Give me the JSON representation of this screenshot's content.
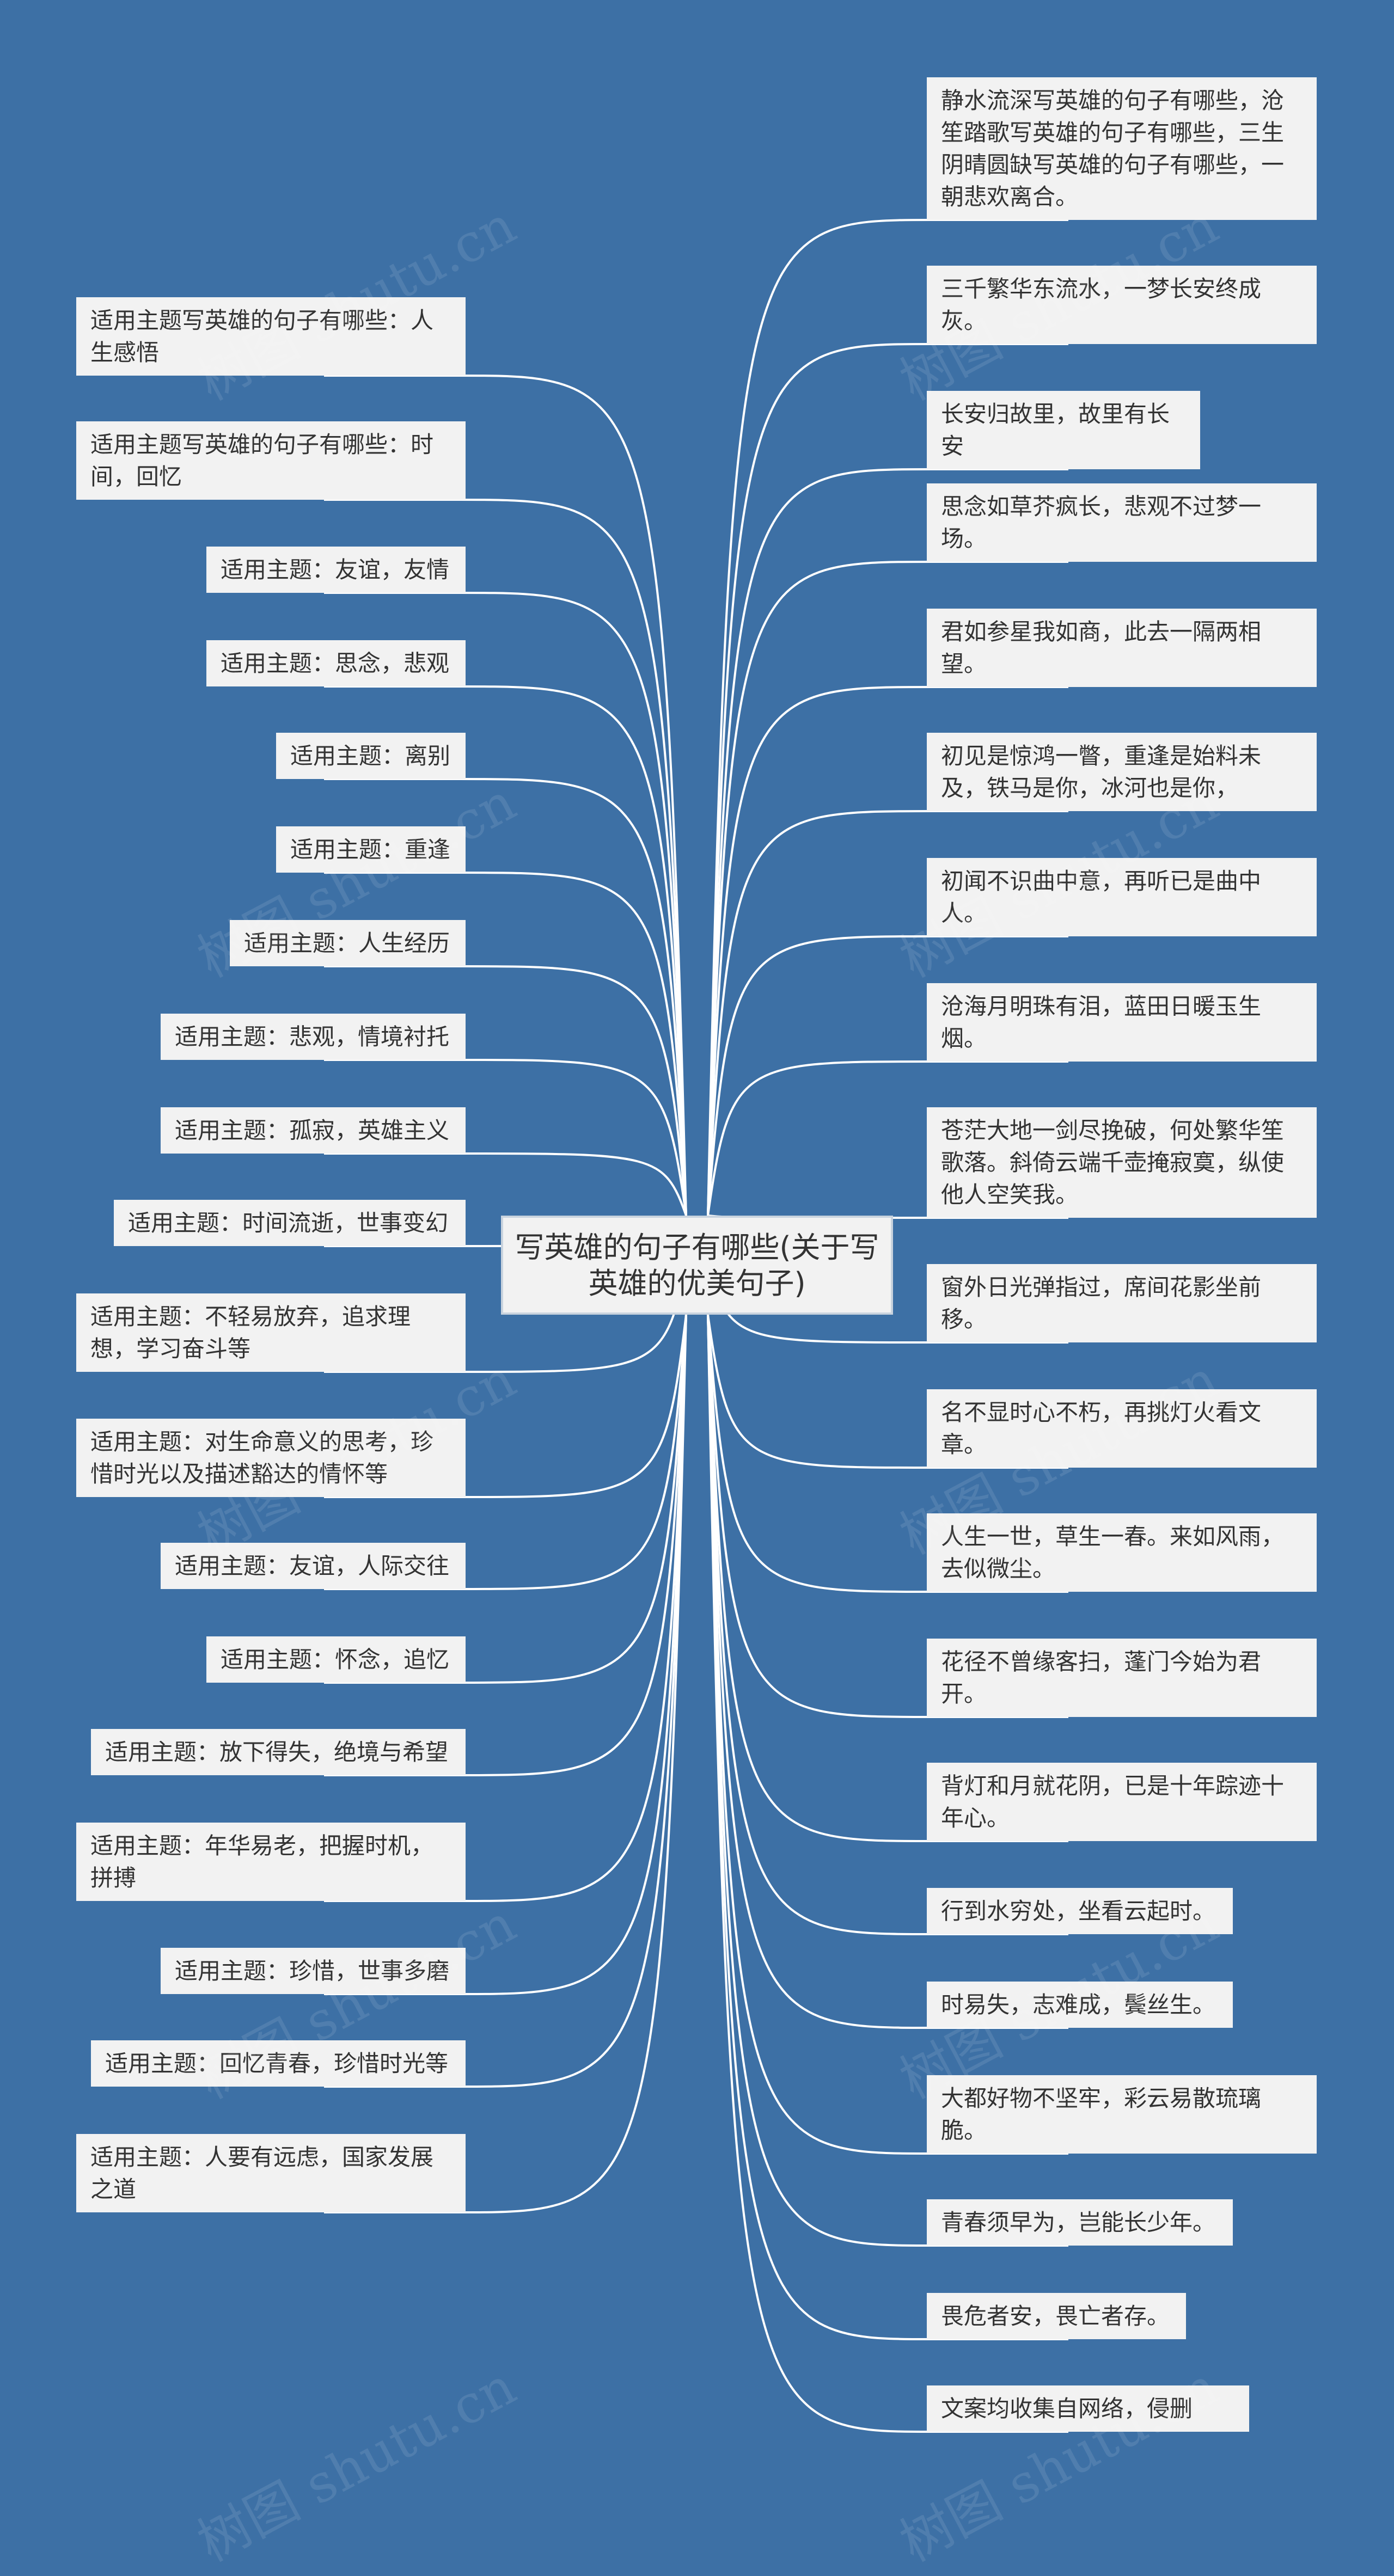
{
  "colors": {
    "background": "#3d70a5",
    "node_fill": "#f2f2f2",
    "node_text": "#333333",
    "link": "#ffffff"
  },
  "watermark": "树图 shutu.cn",
  "root": "写英雄的句子有哪些(关于写英雄的优美句子)",
  "right_nodes": [
    "静水流深写英雄的句子有哪些，沧笙踏歌写英雄的句子有哪些，三生阴晴圆缺写英雄的句子有哪些，一朝悲欢离合。",
    "三千繁华东流水，一梦长安终成灰。",
    "长安归故里，故里有长安",
    "思念如草芥疯长，悲观不过梦一场。",
    "君如参星我如商，此去一隔两相望。",
    "初见是惊鸿一瞥，重逢是始料未及，铁马是你，冰河也是你，",
    "初闻不识曲中意，再听已是曲中人。",
    "沧海月明珠有泪，蓝田日暖玉生烟。",
    "苍茫大地一剑尽挽破，何处繁华笙歌落。斜倚云端千壶掩寂寞，纵使他人空笑我。",
    "窗外日光弹指过，席间花影坐前移。",
    "名不显时心不朽，再挑灯火看文章。",
    "人生一世，草生一春。来如风雨，去似微尘。",
    "花径不曾缘客扫，蓬门今始为君开。",
    "背灯和月就花阴，已是十年踪迹十年心。",
    "行到水穷处，坐看云起时。",
    "时易失，志难成，鬓丝生。",
    "大都好物不坚牢，彩云易散琉璃脆。",
    "青春须早为，岂能长少年。",
    "畏危者安，畏亡者存。",
    "文案均收集自网络，侵删"
  ],
  "left_nodes": [
    "适用主题写英雄的句子有哪些：人生感悟",
    "适用主题写英雄的句子有哪些：时间，回忆",
    "适用主题：友谊，友情",
    "适用主题：思念，悲观",
    "适用主题：离别",
    "适用主题：重逢",
    "适用主题：人生经历",
    "适用主题：悲观，情境衬托",
    "适用主题：孤寂，英雄主义",
    "适用主题：时间流逝，世事变幻",
    "适用主题：不轻易放弃，追求理想，学习奋斗等",
    "适用主题：对生命意义的思考，珍惜时光以及描述豁达的情怀等",
    "适用主题：友谊，人际交往",
    "适用主题：怀念，追忆",
    "适用主题：放下得失，绝境与希望",
    "适用主题：年华易老，把握时机，拼搏",
    "适用主题：珍惜，世事多磨",
    "适用主题：回忆青春，珍惜时光等",
    "适用主题：人要有远虑，国家发展之道"
  ]
}
